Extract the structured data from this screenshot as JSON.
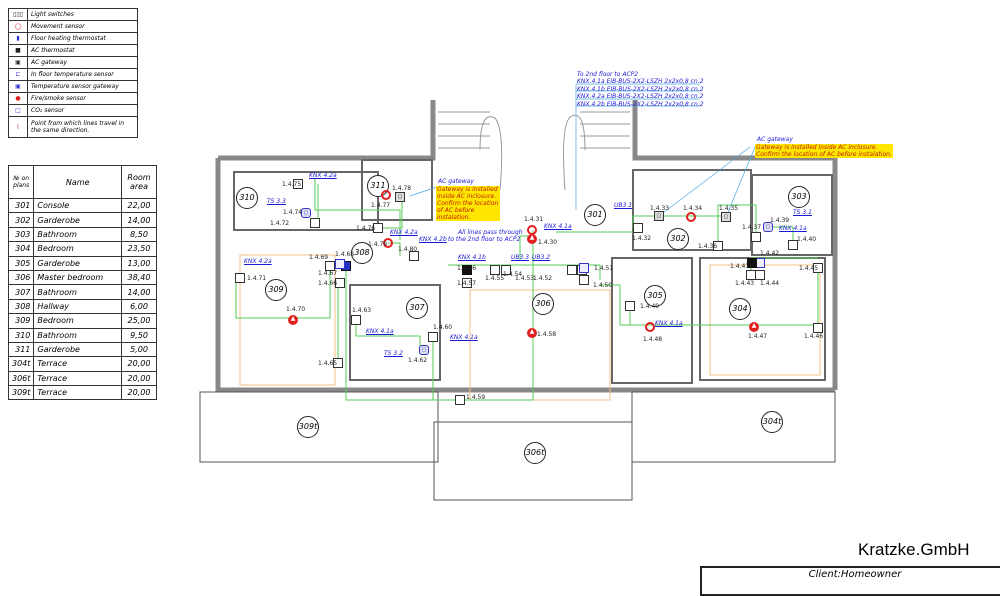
{
  "legend": [
    {
      "icon": "light-switch",
      "label": "Light switches"
    },
    {
      "icon": "movement-sensor",
      "label": "Movement sensor"
    },
    {
      "icon": "floor-heating-thermostat",
      "label": "Floor heating thermostat"
    },
    {
      "icon": "ac-thermostat",
      "label": "AC thermostat"
    },
    {
      "icon": "ac-gateway",
      "label": "AC gateway"
    },
    {
      "icon": "in-floor-temperature-sensor",
      "label": "In floor temperature sensor"
    },
    {
      "icon": "temperature-sensor-gateway",
      "label": "Temperature sensor gateway"
    },
    {
      "icon": "fire-smoke-sensor",
      "label": "Fire/smoke sensor"
    },
    {
      "icon": "co2-sensor",
      "label": "CO₂ sensor"
    },
    {
      "icon": "line-branch-point",
      "label": "Point from which lines travel in the same direction."
    }
  ],
  "room_table": {
    "headers": [
      "№ on plans",
      "Name",
      "Room area"
    ],
    "rows": [
      [
        "301",
        "Console",
        "22,00"
      ],
      [
        "302",
        "Garderobe",
        "14,00"
      ],
      [
        "303",
        "Bathroom",
        "8,50"
      ],
      [
        "304",
        "Bedroom",
        "23,50"
      ],
      [
        "305",
        "Garderobe",
        "13,00"
      ],
      [
        "306",
        "Master bedroom",
        "38,40"
      ],
      [
        "307",
        "Bathroom",
        "14,00"
      ],
      [
        "308",
        "Hallway",
        "6,00"
      ],
      [
        "309",
        "Bedroom",
        "25,00"
      ],
      [
        "310",
        "Bathroom",
        "9,50"
      ],
      [
        "311",
        "Garderobe",
        "5,00"
      ],
      [
        "304t",
        "Terrace",
        "20,00"
      ],
      [
        "306t",
        "Terrace",
        "20,00"
      ],
      [
        "309t",
        "Terrace",
        "20,00"
      ]
    ]
  },
  "rooms": [
    "310",
    "311",
    "308",
    "309",
    "307",
    "306",
    "301",
    "302",
    "303",
    "305",
    "304",
    "309t",
    "304t",
    "306t"
  ],
  "top_note": {
    "title": "To 2nd floor to ACP2",
    "lines": [
      "KNX.4.1a EIB-BUS-2X2-LSZH 2x2x0,8 cn.2",
      "KNX.4.1b EIB-BUS-2X2-LSZH 2x2x0,8 cn.2",
      "KNX.4.2a EIB-BUS-2X2-LSZH 2x2x0,8 cn.2",
      "KNX.4.2b EIB-BUS-2X2-LSZH 2x2x0,8 cn.2"
    ]
  },
  "ac_gateway_right": {
    "title": "AC gateway",
    "note": [
      "Gateway is installed inside AC inclosure.",
      "Confirm the location of AC before instalation."
    ]
  },
  "ac_gateway_left": {
    "title": "AC gateway",
    "note": [
      "Gateway is installed",
      "inside AC inclosure.",
      "Confirm the location",
      "of AC before",
      "instalation."
    ]
  },
  "pass_note": [
    "All lines pass through",
    "to the 2nd floor to ACP2"
  ],
  "bus_labels": [
    "KNX 4.2a",
    "TS 3.3",
    "KNX 4.2a",
    "KNX 4.2b",
    "KNX 4.1a",
    "KNX 4.2a",
    "KNX 4.1b",
    "UB3.3",
    "UB3.2",
    "UB3.1",
    "TS 3.1",
    "KNX 4.1a",
    "KNX 4.1a",
    "TS 3.2",
    "KNX 4.1a",
    "KNX 4.1a"
  ],
  "devices": [
    {
      "id": "1.4.75",
      "type": "sw"
    },
    {
      "id": "1.4.74",
      "type": "tsg"
    },
    {
      "id": "1.4.72",
      "type": "sw"
    },
    {
      "id": "1.4.78",
      "type": "acg"
    },
    {
      "id": "1.4.77",
      "type": "mv"
    },
    {
      "id": "1.4.76",
      "type": "sw"
    },
    {
      "id": "1.4.79",
      "type": "mv"
    },
    {
      "id": "1.4.80",
      "type": "sw"
    },
    {
      "id": "1.4.69",
      "type": "sw"
    },
    {
      "id": "1.4.68",
      "type": "fh"
    },
    {
      "id": "1.4.67",
      "type": "co2"
    },
    {
      "id": "1.4.66",
      "type": "sw"
    },
    {
      "id": "1.4.71",
      "type": "sw"
    },
    {
      "id": "1.4.70",
      "type": "fire"
    },
    {
      "id": "1.4.65",
      "type": "sw"
    },
    {
      "id": "1.4.63",
      "type": "sw"
    },
    {
      "id": "1.4.60",
      "type": "sw"
    },
    {
      "id": "1.4.62",
      "type": "tsg"
    },
    {
      "id": "1.4.59",
      "type": "sw"
    },
    {
      "id": "1.4.58",
      "type": "fire"
    },
    {
      "id": "1.4.56",
      "type": "act"
    },
    {
      "id": "1.4.57",
      "type": "sw"
    },
    {
      "id": "1.4.55",
      "type": "sw"
    },
    {
      "id": "1.4.54",
      "type": "sw"
    },
    {
      "id": "1.4.53",
      "type": "sw"
    },
    {
      "id": "1.4.52",
      "type": "sw"
    },
    {
      "id": "1.4.51",
      "type": "co2"
    },
    {
      "id": "1.4.50",
      "type": "sw"
    },
    {
      "id": "1.4.31",
      "type": "mv"
    },
    {
      "id": "1.4.30",
      "type": "fire"
    },
    {
      "id": "1.4.32",
      "type": "sw"
    },
    {
      "id": "1.4.33",
      "type": "acg"
    },
    {
      "id": "1.4.34",
      "type": "mv"
    },
    {
      "id": "1.4.35",
      "type": "acg"
    },
    {
      "id": "1.4.36",
      "type": "sw"
    },
    {
      "id": "1.4.37",
      "type": "sw"
    },
    {
      "id": "1.4.39",
      "type": "tsg"
    },
    {
      "id": "1.4.40",
      "type": "sw"
    },
    {
      "id": "1.4.42",
      "type": "co2"
    },
    {
      "id": "1.4.41",
      "type": "act"
    },
    {
      "id": "1.4.43",
      "type": "sw"
    },
    {
      "id": "1.4.44",
      "type": "sw"
    },
    {
      "id": "1.4.45",
      "type": "sw"
    },
    {
      "id": "1.4.49",
      "type": "sw"
    },
    {
      "id": "1.4.48",
      "type": "mv"
    },
    {
      "id": "1.4.47",
      "type": "fire"
    },
    {
      "id": "1.4.46",
      "type": "sw"
    }
  ],
  "title_block": {
    "company": "Kratzke.GmbH",
    "client": "Client:Homeowner"
  }
}
